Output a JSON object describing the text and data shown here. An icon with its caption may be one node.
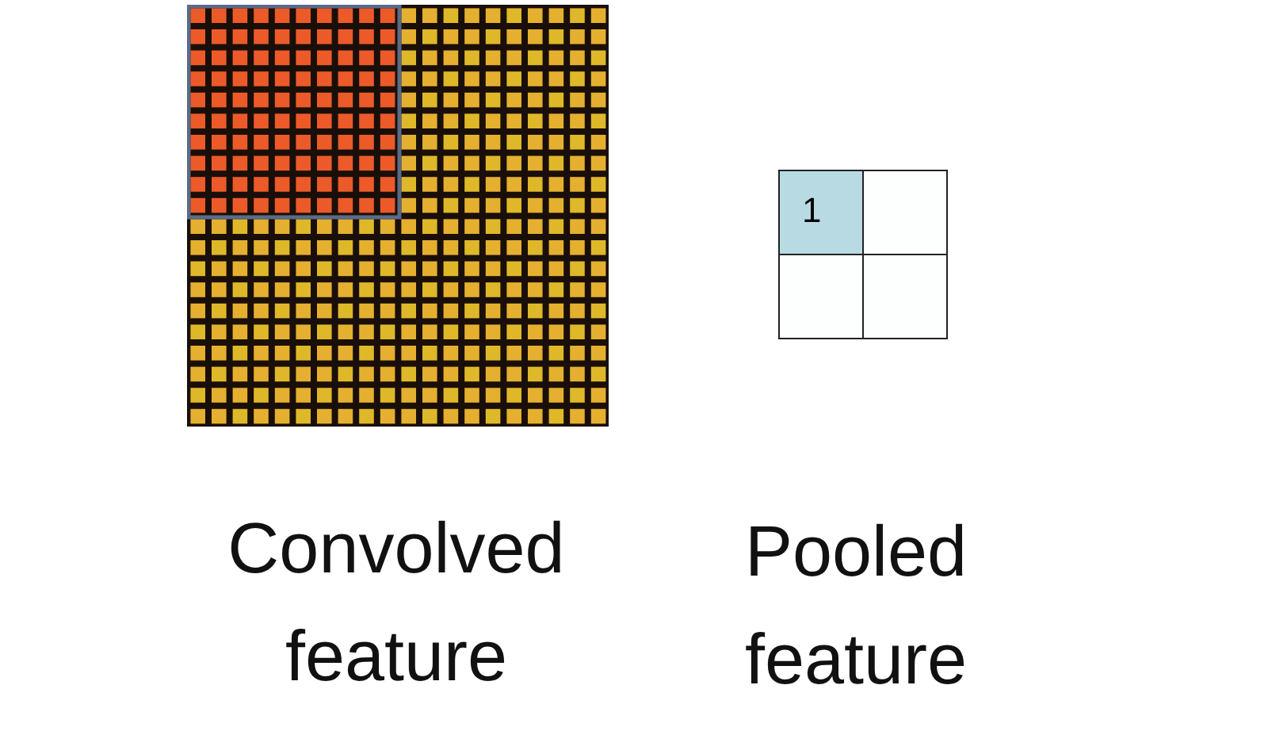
{
  "diagram": {
    "nodes": [
      {
        "text": [
          "Convolved feature"
        ]
      },
      {
        "text": [
          "Pooled feature"
        ]
      },
      {
        "text": [
          "1"
        ],
        "in": 1
      },
      {
        "text": [],
        "shape": "box",
        "in": 1
      },
      {
        "text": [],
        "shape": "box",
        "in": 1
      },
      {
        "text": [],
        "shape": "box",
        "in": 1
      }
    ]
  }
}
